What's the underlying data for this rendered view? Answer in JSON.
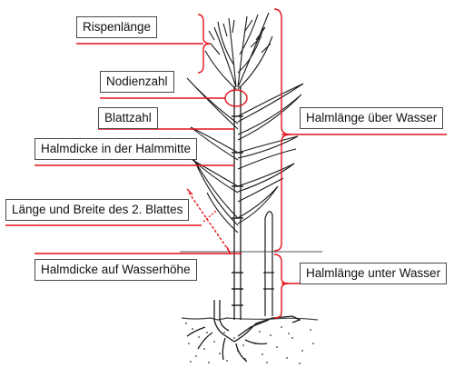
{
  "colors": {
    "annotation": "#e3141b",
    "plant": "#1a1a1a",
    "ground": "#444444",
    "box_border": "#4a4a4a"
  },
  "labels": {
    "rispenlaenge": "Rispenlänge",
    "nodienzahl": "Nodienzahl",
    "blattzahl": "Blattzahl",
    "halmdicke_mitte": "Halmdicke in der Halmmitte",
    "blatt_laenge_breite": "Länge und Breite des 2. Blattes",
    "halmdicke_wasser": "Halmdicke auf Wasserhöhe",
    "halmlaenge_ueber": "Halmlänge über Wasser",
    "halmlaenge_unter": "Halmlänge unter Wasser"
  }
}
